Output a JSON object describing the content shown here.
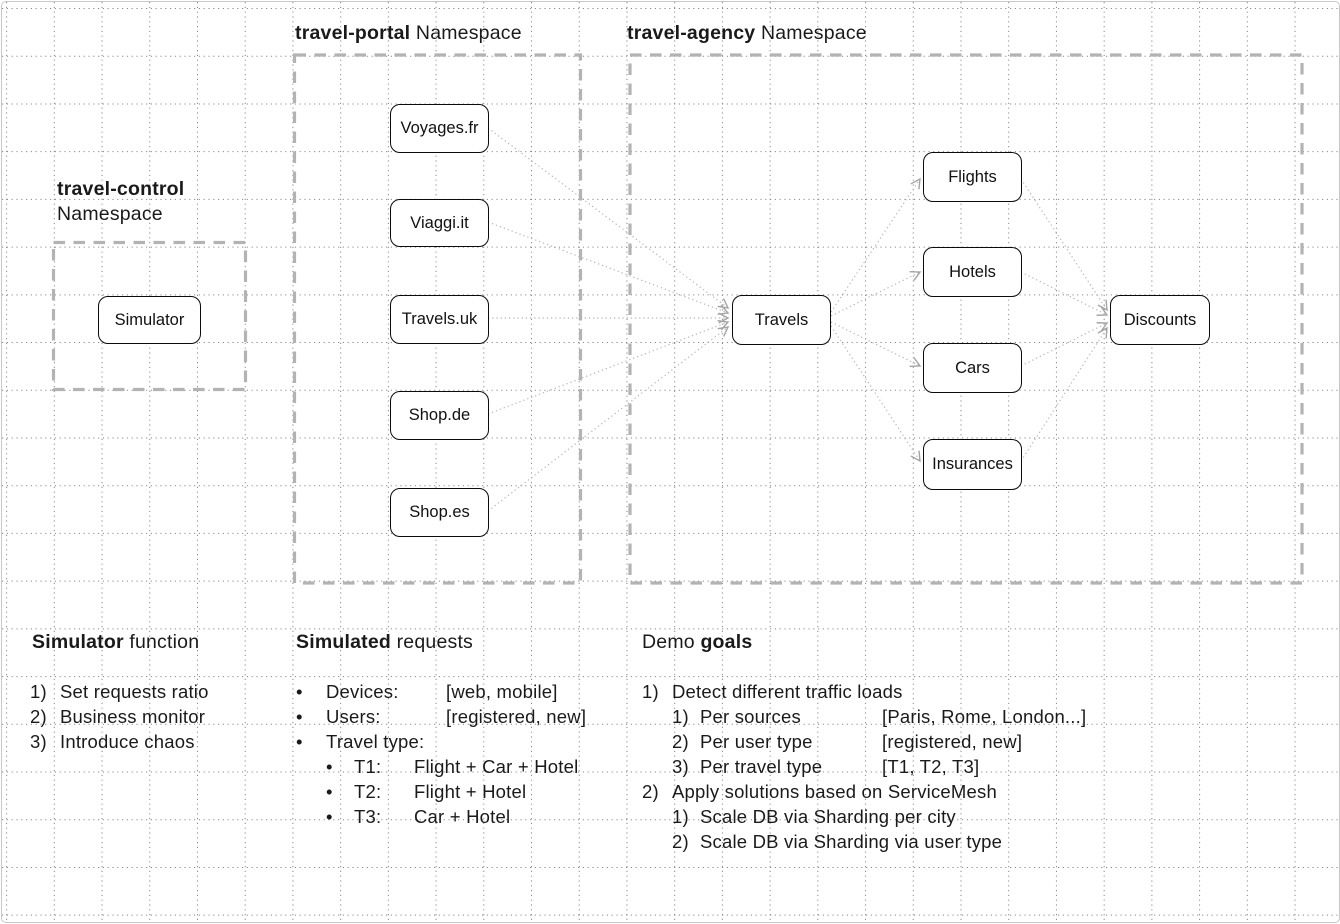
{
  "diagram": {
    "namespaces": {
      "control": {
        "bold": "travel-control",
        "line2": "Namespace"
      },
      "portal": {
        "bold": "travel-portal",
        "rest": " Namespace"
      },
      "agency": {
        "bold": "travel-agency",
        "rest": " Namespace"
      }
    },
    "nodes": {
      "simulator": "Simulator",
      "portals": [
        "Voyages.fr",
        "Viaggi.it",
        "Travels.uk",
        "Shop.de",
        "Shop.es"
      ],
      "hub": "Travels",
      "services": [
        "Flights",
        "Hotels",
        "Cars",
        "Insurances"
      ],
      "discounts": "Discounts"
    }
  },
  "sections": {
    "simulator_function": {
      "heading": {
        "pre": "",
        "bold": "Simulator",
        "post": " function"
      },
      "items": [
        {
          "num": "1)",
          "text": "Set requests ratio"
        },
        {
          "num": "2)",
          "text": "Business monitor"
        },
        {
          "num": "3)",
          "text": "Introduce chaos"
        }
      ]
    },
    "simulated_requests": {
      "heading": {
        "pre": "",
        "bold": "Simulated",
        "post": " requests"
      },
      "bullet": "•",
      "items": [
        {
          "label": "Devices:",
          "value": "[web, mobile]"
        },
        {
          "label": "Users:",
          "value": "[registered, new]"
        },
        {
          "label": "Travel type:",
          "value": ""
        }
      ],
      "sub_items": [
        {
          "label": "T1:",
          "value": "Flight + Car + Hotel"
        },
        {
          "label": "T2:",
          "value": "Flight + Hotel"
        },
        {
          "label": "T3:",
          "value": "Car + Hotel"
        }
      ]
    },
    "demo_goals": {
      "heading": {
        "pre": "Demo ",
        "bold": "goals",
        "post": ""
      },
      "items": [
        {
          "num": "1)",
          "text": "Detect different traffic loads",
          "value": ""
        },
        {
          "num": "1)",
          "text": "Per sources",
          "value": "[Paris, Rome, London...]"
        },
        {
          "num": "2)",
          "text": "Per user type",
          "value": "[registered, new]"
        },
        {
          "num": "3)",
          "text": "Per travel type",
          "value": "[T1, T2, T3]"
        },
        {
          "num": "2)",
          "text": "Apply solutions based on ServiceMesh",
          "value": ""
        },
        {
          "num": "1)",
          "text": "Scale DB via Sharding per city",
          "value": ""
        },
        {
          "num": "2)",
          "text": "Scale DB via Sharding via user type",
          "value": ""
        }
      ]
    }
  },
  "colors": {
    "background": "#ffffff",
    "frame_border": "#c8c8c8",
    "grid_dot": "#8a8a8a",
    "namespace_dash": "#b3b3b3",
    "node_border": "#0b0b0b",
    "arrow": "#b5b5b5",
    "text": "#1a1a1a"
  }
}
